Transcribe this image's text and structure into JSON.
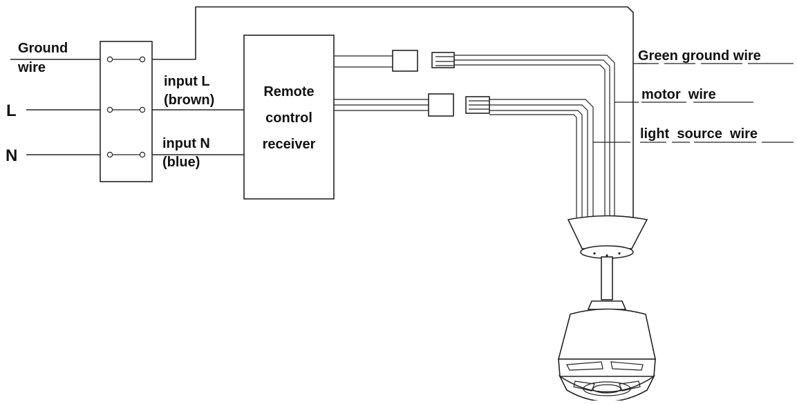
{
  "labels": {
    "ground_line1": "Ground",
    "ground_line2": "wire",
    "l": "L",
    "n": "N",
    "input_l_line1": "input L",
    "input_l_line2": "(brown)",
    "input_n_line1": "input N",
    "input_n_line2": "(blue)",
    "receiver_line1": "Remote",
    "receiver_line2": "control",
    "receiver_line3": "receiver",
    "green_ground_wire": "Green ground wire",
    "motor_wire": "motor  wire",
    "light_source_wire": "light  source  wire"
  },
  "colors": {
    "line": "#222222",
    "text": "#111111",
    "background": "#ffffff"
  }
}
